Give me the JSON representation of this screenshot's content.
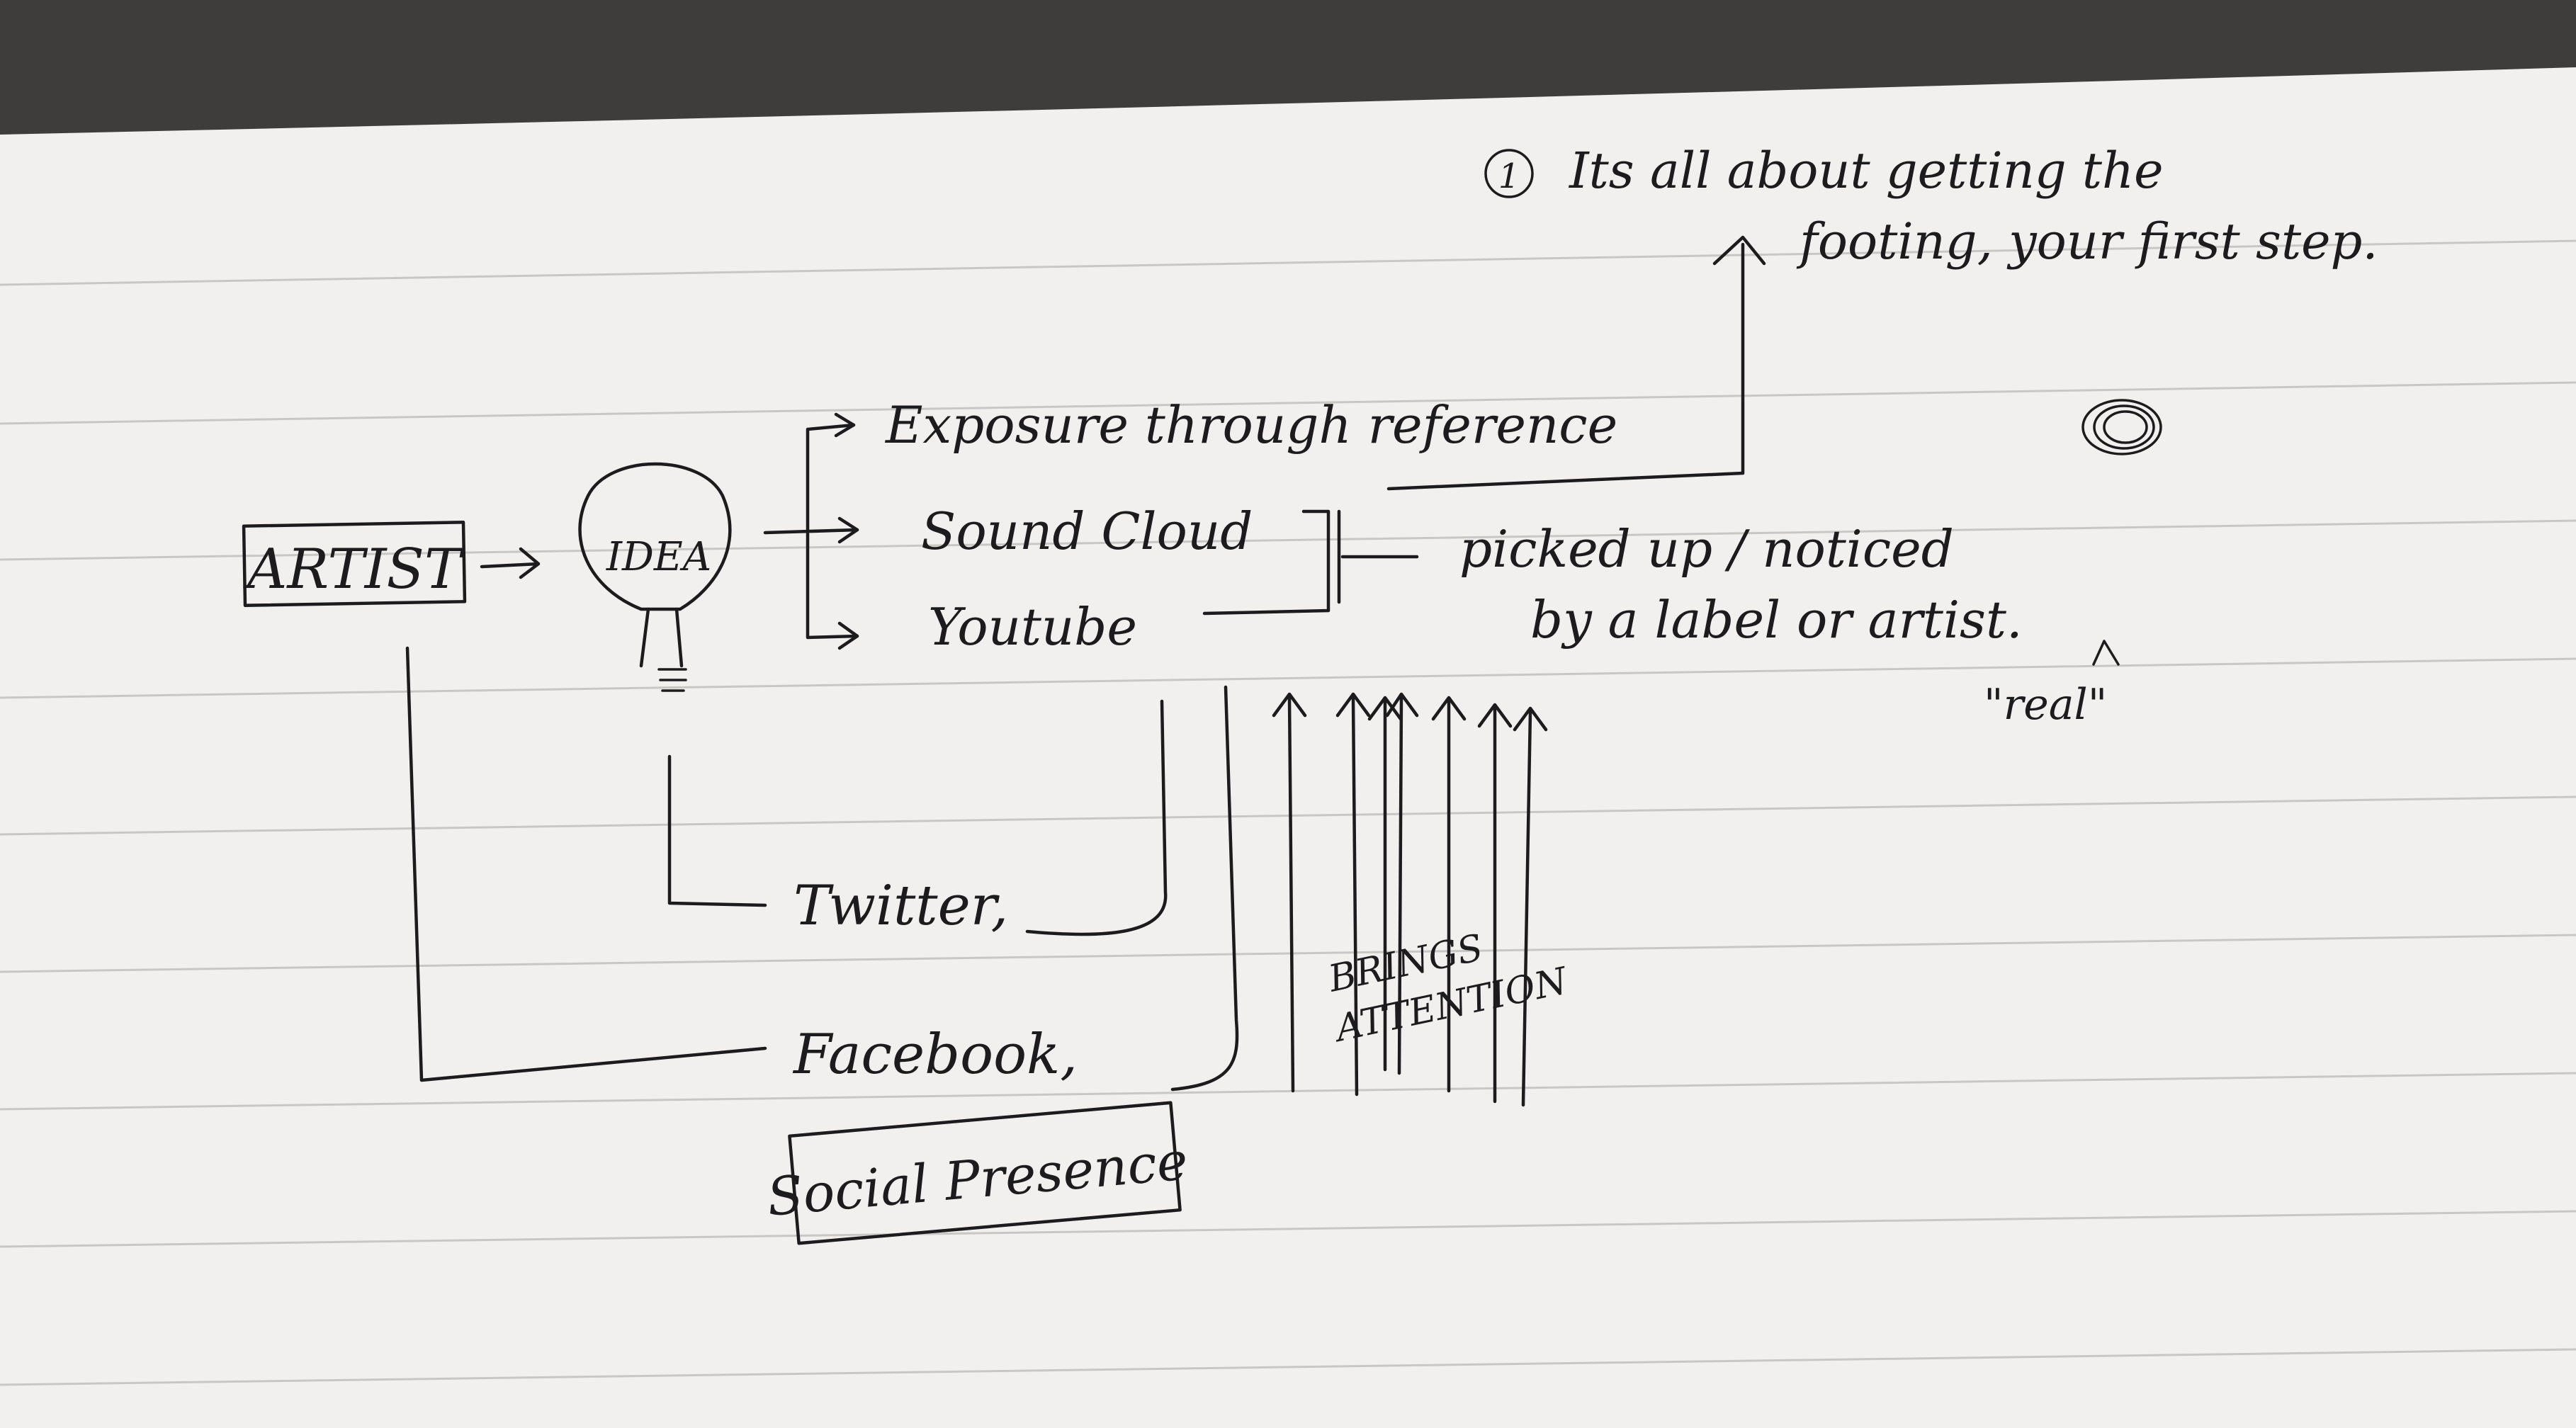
{
  "diagram": {
    "start_node": "ARTIST",
    "idea_node": "IDEA",
    "outputs": [
      "Exposure through reference",
      "Sound Cloud",
      "Youtube"
    ],
    "result": "picked up / noticed",
    "result_line2": "by a label or artist.",
    "result_note": "\"real\"",
    "note_number": "1",
    "note_line1": "Its all about getting the",
    "note_line2": "footing, your first step.",
    "channels": [
      "Twitter,",
      "Facebook,"
    ],
    "channel_group": "Social Presence",
    "arrows_label_line1": "BRINGS",
    "arrows_label_line2": "ATTENTION"
  }
}
